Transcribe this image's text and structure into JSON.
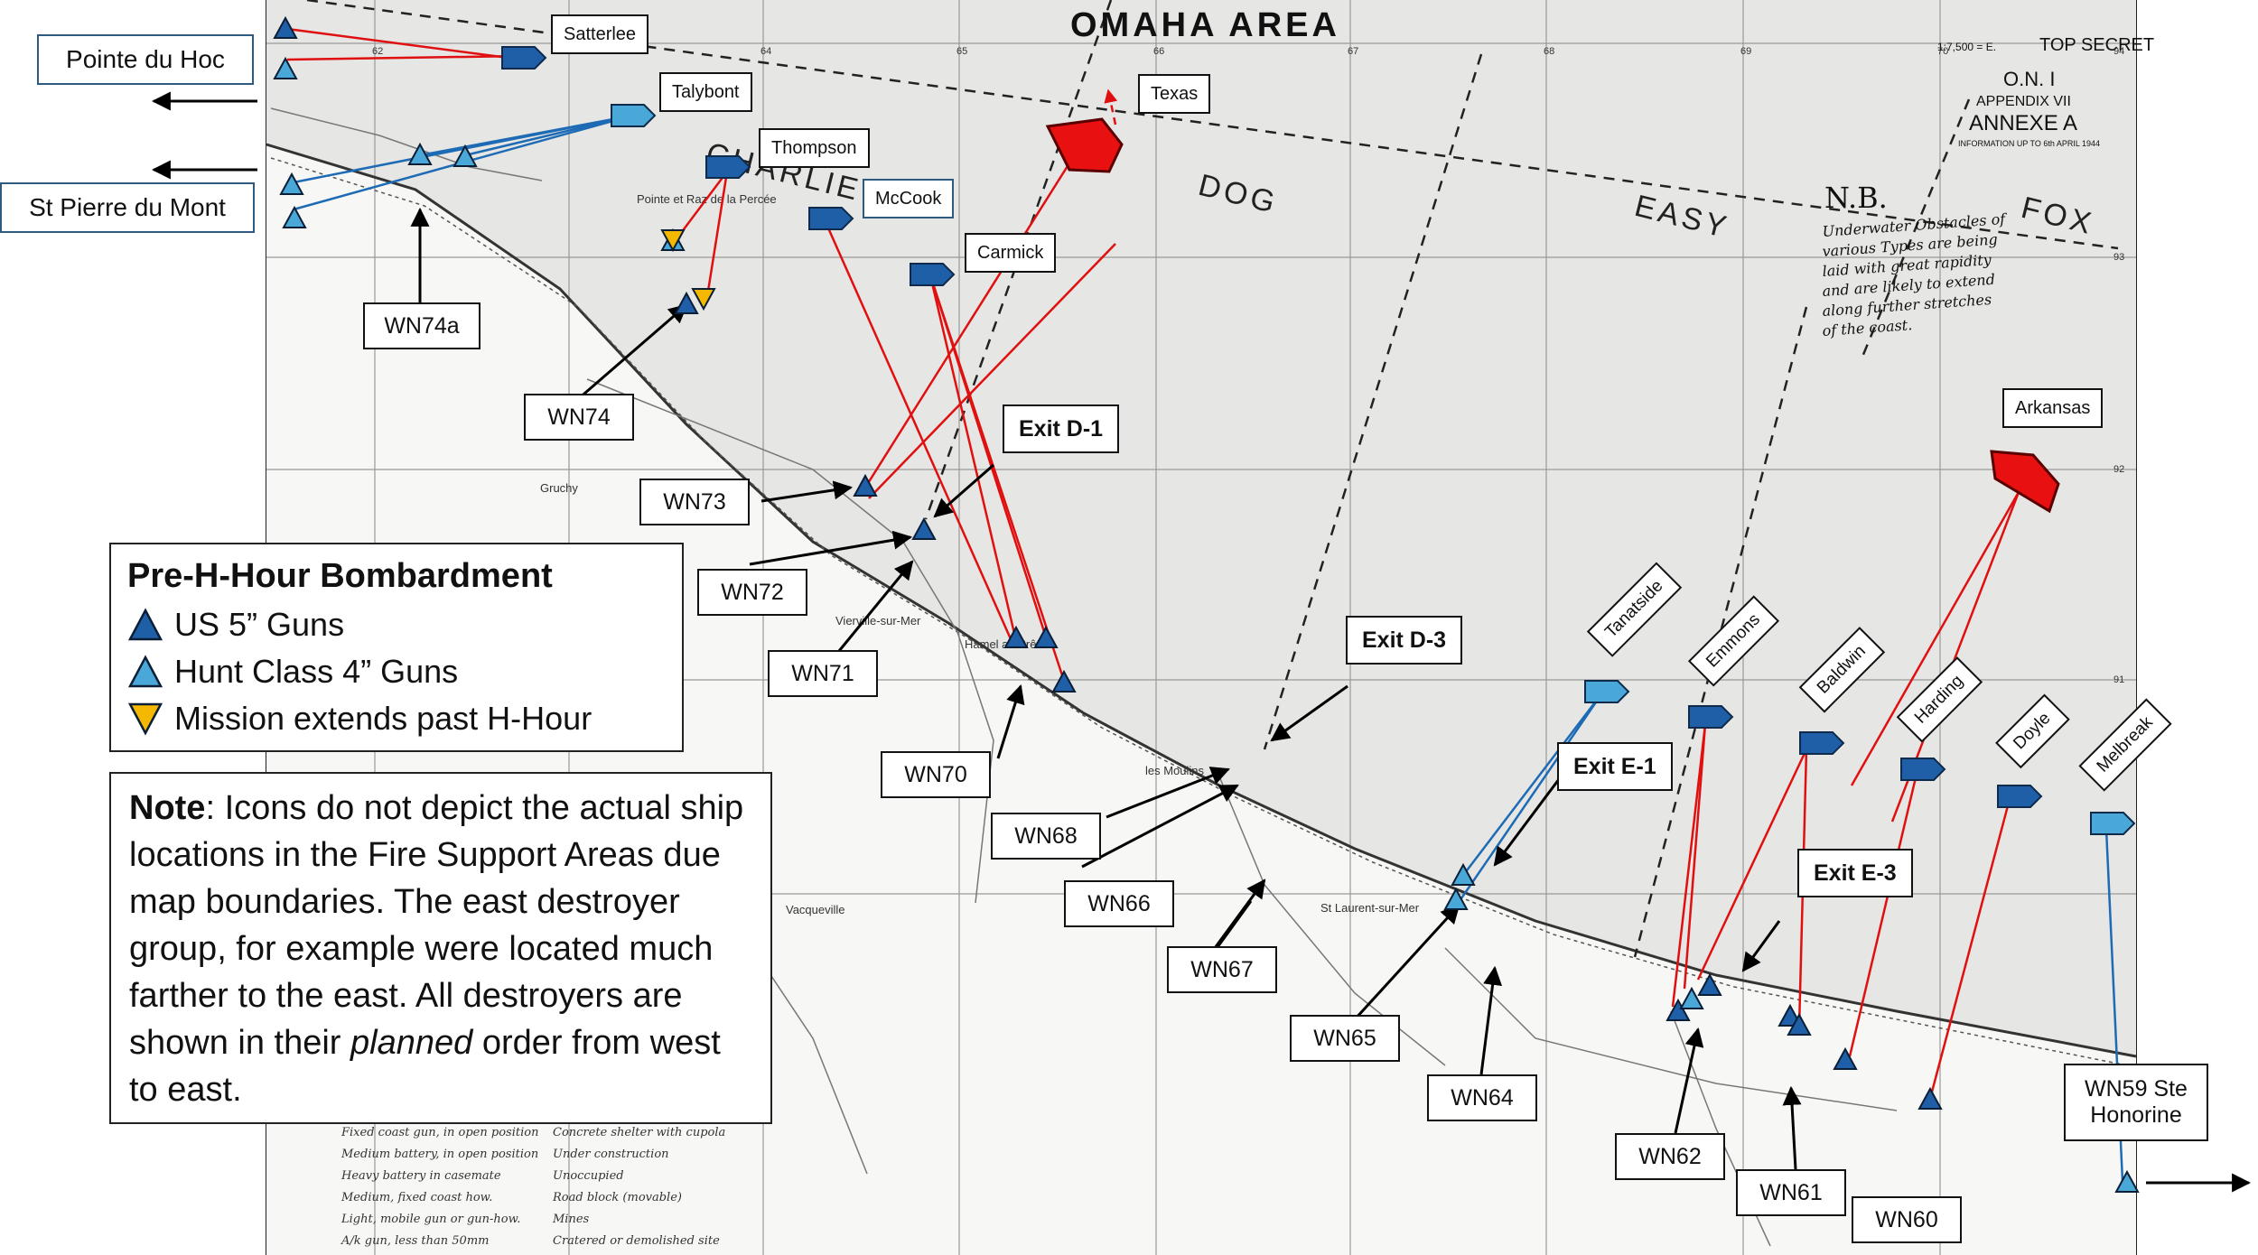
{
  "map": {
    "title": "OMAHA AREA",
    "classification": "TOP SECRET",
    "scale_text": "1:7,500 = E.",
    "appendix": {
      "line1": "O.N. I",
      "line2": "APPENDIX VII",
      "line3": "ANNEXE A",
      "line4": "INFORMATION UP TO 6th APRIL 1944"
    },
    "beach_sectors": [
      "CHARLIE",
      "DOG",
      "EASY",
      "FOX"
    ],
    "nb_note": {
      "title": "N.B.",
      "lines": [
        "Underwater Obstacles of",
        "various Types are being",
        "laid with great rapidity",
        "and are likely to extend",
        "along further stretches",
        "of the coast."
      ]
    },
    "grid_numbers": [
      "62",
      "64",
      "65",
      "66",
      "67",
      "68",
      "69",
      "70",
      "94",
      "93",
      "92",
      "91"
    ],
    "places": [
      "Pointe et Raz de la Percée",
      "Vierville-sur-Mer",
      "Hamel au Prêtre",
      "les Moulins",
      "St Laurent-sur-Mer",
      "Vacqueville",
      "Gruchy"
    ]
  },
  "ships": {
    "satterlee": "Satterlee",
    "talybont": "Talybont",
    "thompson": "Thompson",
    "mccook": "McCook",
    "carmick": "Carmick",
    "texas": "Texas",
    "arkansas": "Arkansas",
    "tanatside": "Tanatside",
    "emmons": "Emmons",
    "baldwin": "Baldwin",
    "harding": "Harding",
    "doyle": "Doyle",
    "melbreak": "Melbreak"
  },
  "towns": {
    "pointe_du_hoc": "Pointe du Hoc",
    "st_pierre": "St Pierre du Mont"
  },
  "strongpoints": {
    "wn74a": "WN74a",
    "wn74": "WN74",
    "wn73": "WN73",
    "wn72": "WN72",
    "wn71": "WN71",
    "wn70": "WN70",
    "wn68": "WN68",
    "wn66": "WN66",
    "wn67": "WN67",
    "wn65": "WN65",
    "wn64": "WN64",
    "wn62": "WN62",
    "wn61": "WN61",
    "wn60": "WN60",
    "wn59_line1": "WN59 Ste",
    "wn59_line2": "Honorine"
  },
  "exits": {
    "d1": "Exit D-1",
    "d3": "Exit D-3",
    "e1": "Exit E-1",
    "e3": "Exit E-3"
  },
  "legend": {
    "title": "Pre-H-Hour Bombardment",
    "items": [
      "US 5” Guns",
      "Hunt Class 4” Guns",
      "Mission extends past H-Hour"
    ]
  },
  "note": {
    "label": "Note",
    "text1": ": Icons do not depict the actual ship locations in the Fire Support Areas due map boundaries.  The east destroyer group, for example were located much farther to the east.  All destroyers are shown in their ",
    "emph": "planned",
    "text2": " order from west to east."
  },
  "map_legend_key": [
    "Fixed coast gun, in open position",
    "Concrete shelter with cupola",
    "Medium battery, in open position",
    "Under construction",
    "Heavy battery in casemate",
    "Unoccupied",
    "Medium, fixed coast how.",
    "Road block (movable)",
    "Light, mobile gun or gun-how.",
    "Mines",
    "A/k gun, less than 50mm",
    "Cratered or demolished site"
  ],
  "colors": {
    "us_guns": "#1f5fa8",
    "hunt_guns": "#4aa8d8",
    "past_h_hour": "#f5b800",
    "battleship": "#e81010",
    "fire_line_red": "#e01010",
    "fire_line_blue": "#1e6bb5"
  }
}
